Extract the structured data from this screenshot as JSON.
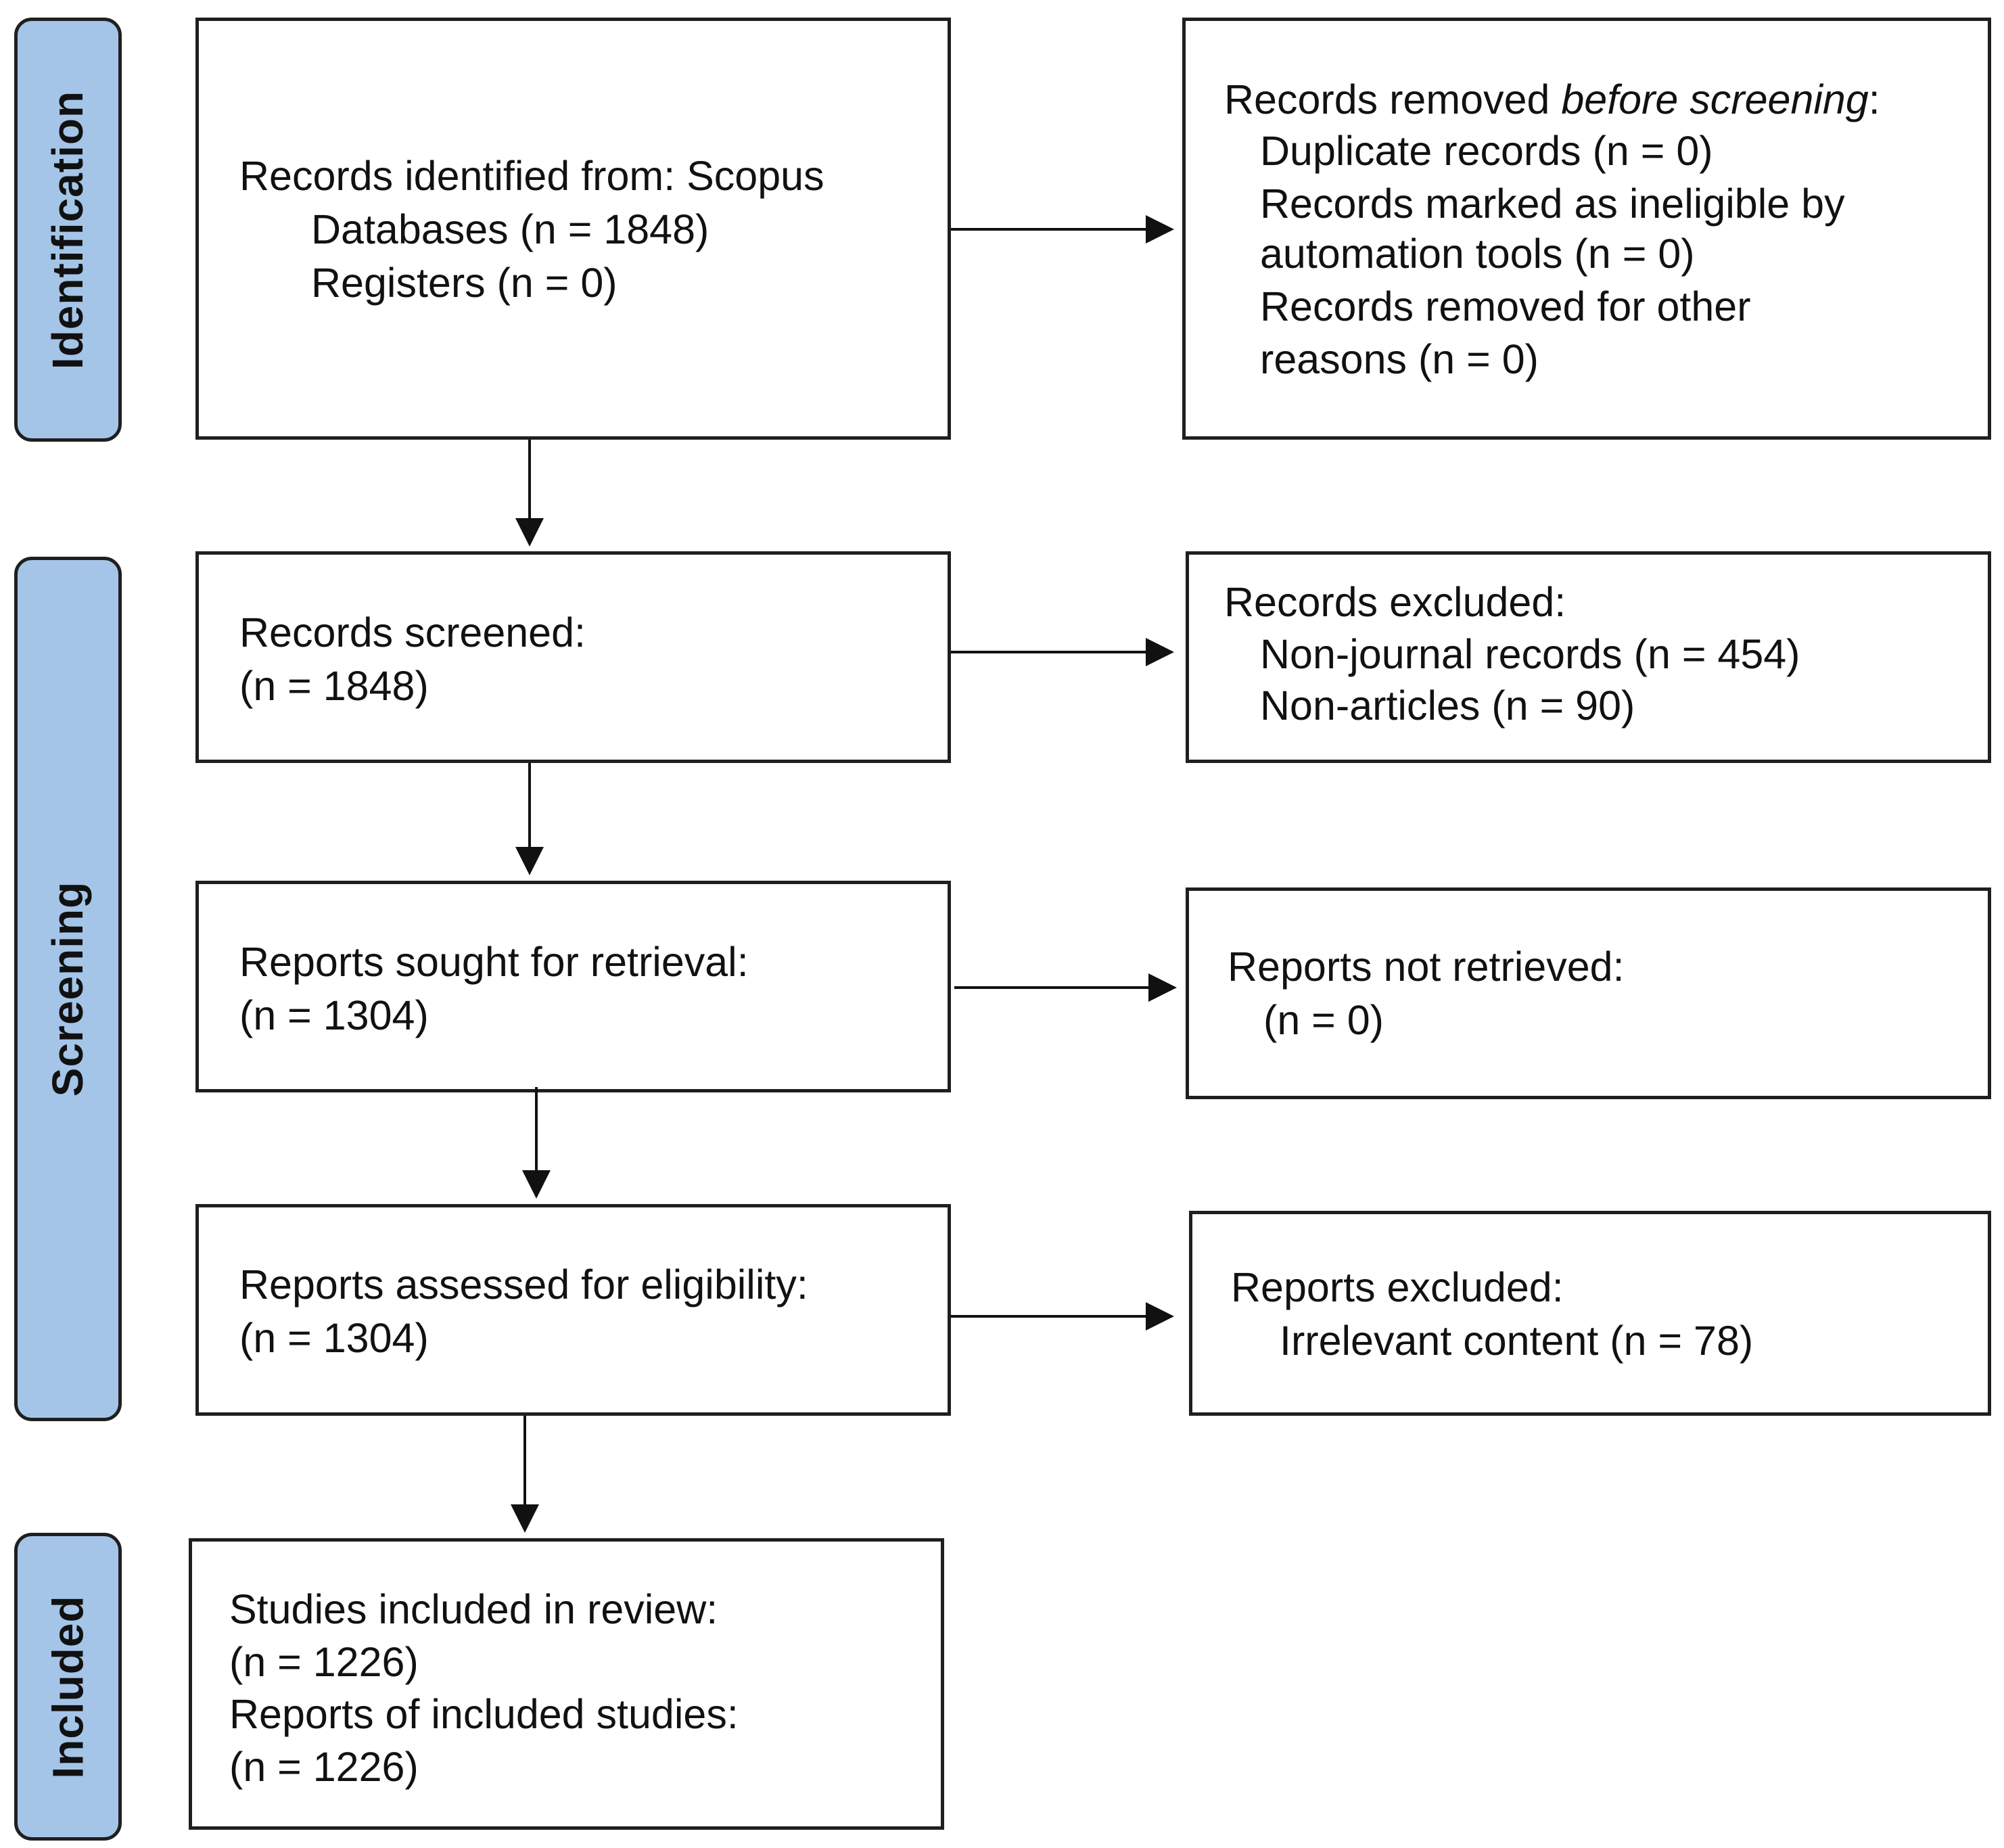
{
  "phases": {
    "identification": "Identification",
    "screening": "Screening",
    "included": "Included"
  },
  "identification": {
    "main": {
      "line1": "Records identified from: Scopus",
      "line2": "Databases (n = 1848)",
      "line3": "Registers (n = 0)"
    },
    "removed": {
      "title_prefix": "Records removed ",
      "title_emphasis": "before screening",
      "title_suffix": ":",
      "line2": "Duplicate records (n = 0)",
      "line3": "Records marked as ineligible by",
      "line4": "automation tools (n = 0)",
      "line5": "Records removed for other",
      "line6": "reasons (n = 0)"
    }
  },
  "screening": {
    "screened": {
      "line1": "Records screened:",
      "line2": "(n = 1848)"
    },
    "excluded": {
      "line1": "Records excluded:",
      "line2": "Non-journal records (n = 454)",
      "line3": "Non-articles (n = 90)"
    },
    "sought": {
      "line1": "Reports sought for retrieval:",
      "line2": "(n = 1304)"
    },
    "not_retrieved": {
      "line1": "Reports not retrieved:",
      "line2": "(n = 0)"
    },
    "assessed": {
      "line1": "Reports assessed for eligibility:",
      "line2": "(n = 1304)"
    },
    "reports_excluded": {
      "line1": "Reports excluded:",
      "line2": "Irrelevant content (n = 78)"
    }
  },
  "included": {
    "line1": "Studies included in review:",
    "line2": "(n = 1226)",
    "line3": "Reports of included studies:",
    "line4": "(n = 1226)"
  }
}
